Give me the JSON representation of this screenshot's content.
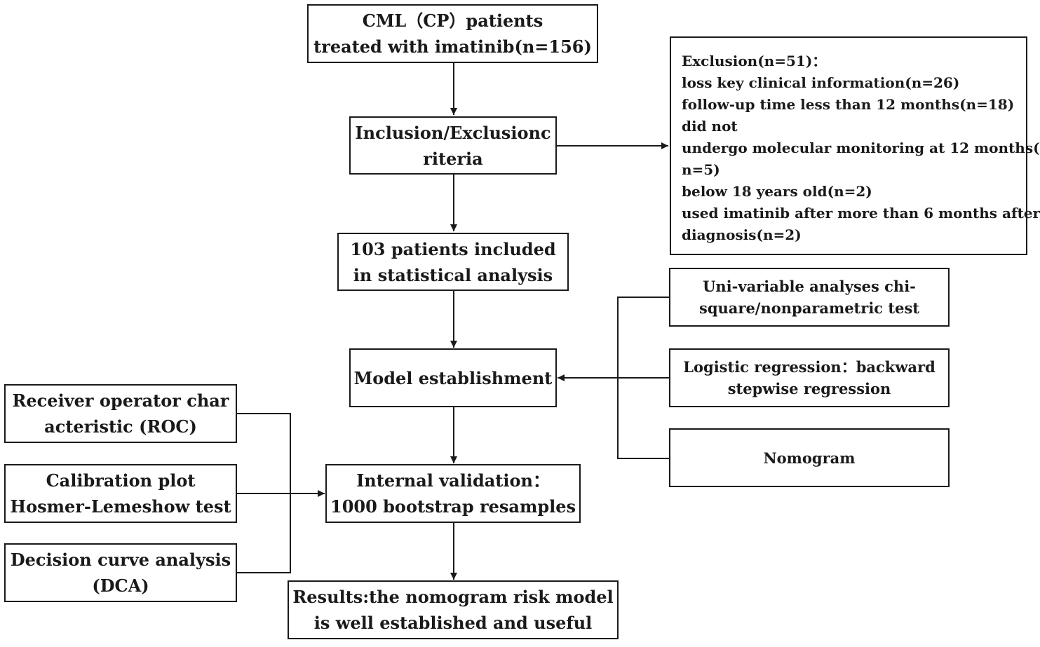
{
  "colors": {
    "stroke": "#1a1a1a",
    "background": "#ffffff"
  },
  "nodes": {
    "start": {
      "lines": [
        "CML（CP）patients",
        "treated with imatinib(n=156)"
      ]
    },
    "criteria": {
      "lines": [
        "Inclusion/Exclusionc",
        "riteria"
      ]
    },
    "included": {
      "lines": [
        "103 patients included",
        "in statistical analysis"
      ]
    },
    "model": {
      "lines": [
        "Model establishment"
      ]
    },
    "validation": {
      "lines": [
        "Internal validation：",
        "1000 bootstrap resamples"
      ]
    },
    "results": {
      "lines": [
        "Results:the nomogram risk model",
        "is well established and useful"
      ]
    },
    "exclusion": {
      "lines": [
        "Exclusion(n=51)：",
        "loss key clinical information(n=26)",
        "follow-up time less than 12 months(n=18)",
        "did not",
        "undergo molecular monitoring at 12 months(",
        "n=5)",
        "below 18 years old(n=2)",
        "used imatinib after more than 6 months after",
        "diagnosis(n=2)"
      ]
    },
    "univariable": {
      "lines": [
        "Uni-variable analyses chi-",
        "square/nonparametric test"
      ]
    },
    "logistic": {
      "lines": [
        "Logistic regression：backward",
        "stepwise regression"
      ]
    },
    "nomogram": {
      "lines": [
        "Nomogram"
      ]
    },
    "roc": {
      "lines": [
        "Receiver operator char",
        "acteristic (ROC)"
      ]
    },
    "calibration": {
      "lines": [
        "Calibration plot",
        "Hosmer-Lemeshow test"
      ]
    },
    "dca": {
      "lines": [
        "Decision curve analysis",
        "(DCA)"
      ]
    }
  }
}
